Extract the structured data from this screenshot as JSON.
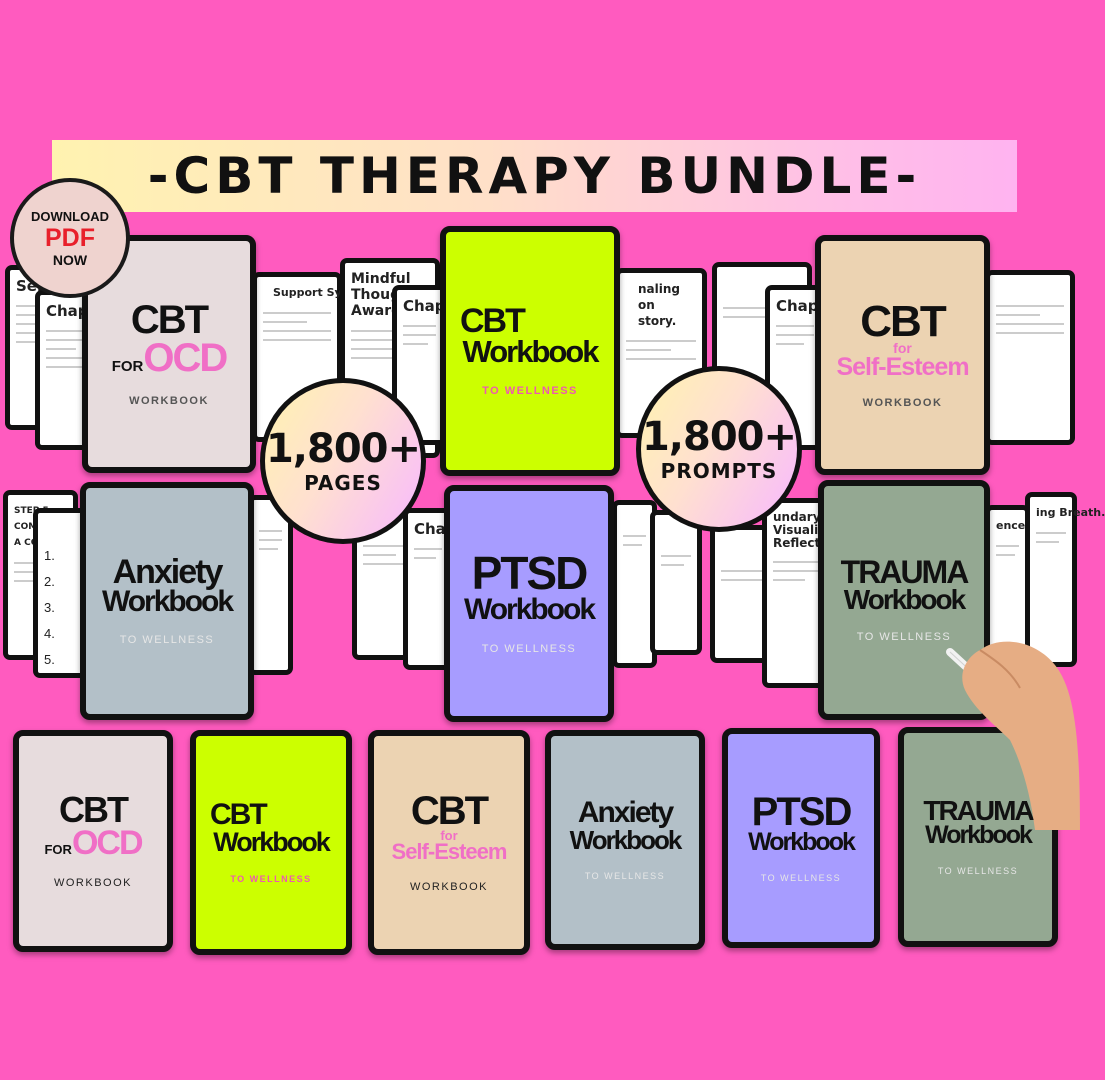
{
  "title": "-CBT THERAPY BUNDLE-",
  "download_badge": {
    "line1": "DOWNLOAD",
    "line2": "PDF",
    "line3": "NOW"
  },
  "stats": [
    {
      "number": "1,800+",
      "label": "PAGES"
    },
    {
      "number": "1,800+",
      "label": "PROMPTS"
    }
  ],
  "preview_page_headings": [
    "Self-W",
    "Chap",
    "Support System.",
    "Mindful Thought Awaren",
    "Chap",
    "naling on story.",
    "Chap",
    "STEP 5: COMPILE A COM",
    "Chap",
    "undary Visualiza Reflectio",
    "ence:",
    "ing Breath."
  ],
  "steps": [
    "1.",
    "2.",
    "3.",
    "4.",
    "5."
  ],
  "workbooks_large": [
    {
      "l1": "CBT",
      "l2a": "FOR",
      "l2b": "OCD",
      "sub": "WORKBOOK",
      "bg": "#e7dcdd"
    },
    {
      "l1": "CBT",
      "l2": "Workbook",
      "sub": "TO WELLNESS",
      "bg": "#ccff00"
    },
    {
      "l1": "CBT",
      "l2a": "for",
      "l2b": "Self-Esteem",
      "sub": "WORKBOOK",
      "bg": "#ecd3b2"
    },
    {
      "l1": "Anxiety",
      "l2": "Workbook",
      "sub": "TO WELLNESS",
      "bg": "#b3c0c8"
    },
    {
      "l1": "PTSD",
      "l2": "Workbook",
      "sub": "TO WELLNESS",
      "bg": "#a79cff"
    },
    {
      "l1": "TRAUMA",
      "l2": "Workbook",
      "sub": "TO WELLNESS",
      "bg": "#94a892"
    }
  ],
  "workbooks_small": [
    {
      "l1": "CBT",
      "l2a": "FOR",
      "l2b": "OCD",
      "sub": "WORKBOOK"
    },
    {
      "l1": "CBT",
      "l2": "Workbook",
      "sub": "TO WELLNESS"
    },
    {
      "l1": "CBT",
      "l2a": "for",
      "l2b": "Self-Esteem",
      "sub": "WORKBOOK"
    },
    {
      "l1": "Anxiety",
      "l2": "Workbook",
      "sub": "TO WELLNESS"
    },
    {
      "l1": "PTSD",
      "l2": "Workbook",
      "sub": "TO WELLNESS"
    },
    {
      "l1": "TRAUMA",
      "l2": "Workbook",
      "sub": "TO WELLNESS"
    }
  ]
}
